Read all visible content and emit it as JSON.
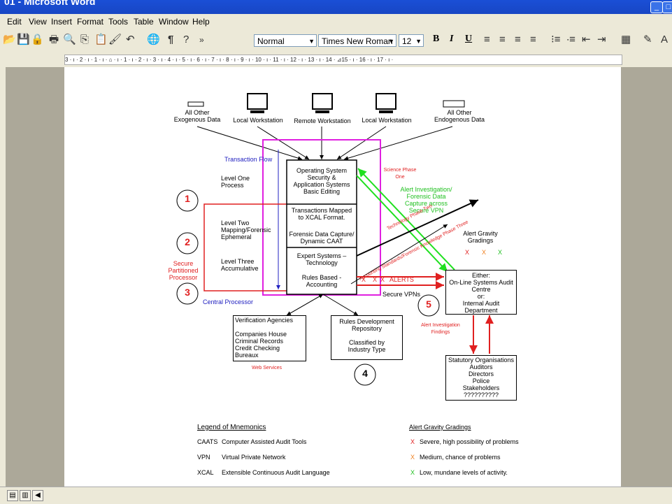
{
  "window": {
    "title": "01 - Microsoft Word"
  },
  "menu": [
    "Edit",
    "View",
    "Insert",
    "Format",
    "Tools",
    "Table",
    "Window",
    "Help"
  ],
  "toolbar": {
    "style": "Normal",
    "font": "Times New Roman",
    "size": "12",
    "bold": "B",
    "italic": "I",
    "underline": "U",
    "pilcrow": "¶"
  },
  "ruler": {
    "text": "3 · ı · 2 · ı · 1 · ı · ⌂ · ı · 1 · ı · 2 · ı · 3 · ı · 4 · ı · 5 · ı · 6 · ı · 7 · ı · 8 · ı · 9 · ı · 10 · ı · 11 · ı · 12 · ı · 13 · ı · 14 · ⊿15 · ı · 16 · ı · 17 · ı ·"
  },
  "diagram": {
    "top": {
      "exog": "All Other\nExogenous Data",
      "local1": "Local Workstation",
      "remote": "Remote Workstation",
      "local2": "Local Workstation",
      "endog": "All Other\nEndogenous Data"
    },
    "transaction_flow": "Transaction Flow",
    "level1": "Level One\nProcess",
    "level2": "Level Two\nMapping/Forensic\nEphemeral",
    "level3": "Level Three\nAccumulative",
    "proc1": "Operating System\nSecurity &\nApplication Systems\nBasic Editing",
    "proc2": "Transactions Mapped\nto XCAL Format.",
    "proc3": "Forensic Data Capture/\nDynamic CAAT",
    "proc4": "Expert Systems –\nTechnology",
    "proc5": "Rules Based -\nAccounting",
    "science": "Science Phase\nOne",
    "alert_inv": "Alert Investigation/\nForensic Data\nCapture across\nSecure VPN",
    "tech_two": "Technology Phase Two",
    "tech_three": "Technology Phase Three",
    "acct_std": "Accounting Standards/Forensic Knowledge Phase Three",
    "alert_grading": "Alert Gravity\nGradings",
    "xs": [
      "X",
      "X",
      "X"
    ],
    "alerts_line": "X    X  X   ALERTS",
    "either": "Either:\nOn-Line Systems Audit\nCentre\nor:\nInternal Audit\nDepartment",
    "secure_vpns": "Secure VPNs",
    "secure_proc": "Secure\nPartitioned\nProcessor",
    "central_proc": "Central Processor",
    "n1": "1",
    "n2": "2",
    "n3": "3",
    "n4": "4",
    "n5": "5",
    "verification": "Verification Agencies\n\nCompanies House\nCriminal Records\nCredit Checking\nBureaux",
    "web_services": "Web Services",
    "rules_repo": "Rules Development\nRepository\n\nClassified by\nIndustry Type",
    "alert_findings": "Alert Investigation\nFindings",
    "statutory": "Statutory Organisations\nAuditors\nDirectors\nPolice\nStakeholders\n??????????"
  },
  "legend": {
    "title": "Legend of Mnemonics",
    "rows": [
      {
        "abbr": "CAATS",
        "text": "Computer Assisted Audit Tools"
      },
      {
        "abbr": "VPN",
        "text": "Virtual Private Network"
      },
      {
        "abbr": "XCAL",
        "text": "Extensible Continuous Audit Language"
      }
    ],
    "grading_title": "Alert Gravity Gradings",
    "gradings": [
      {
        "mark": "X",
        "color": "#e02020",
        "text": "Severe, high possibility of problems"
      },
      {
        "mark": "X",
        "color": "#f08020",
        "text": "Medium, chance of problems"
      },
      {
        "mark": "X",
        "color": "#20c020",
        "text": "Low, mundane levels of activity."
      }
    ]
  },
  "colors": {
    "red": "#e02020",
    "green": "#20e020",
    "magenta": "#e020e0",
    "blue": "#2020c0"
  }
}
